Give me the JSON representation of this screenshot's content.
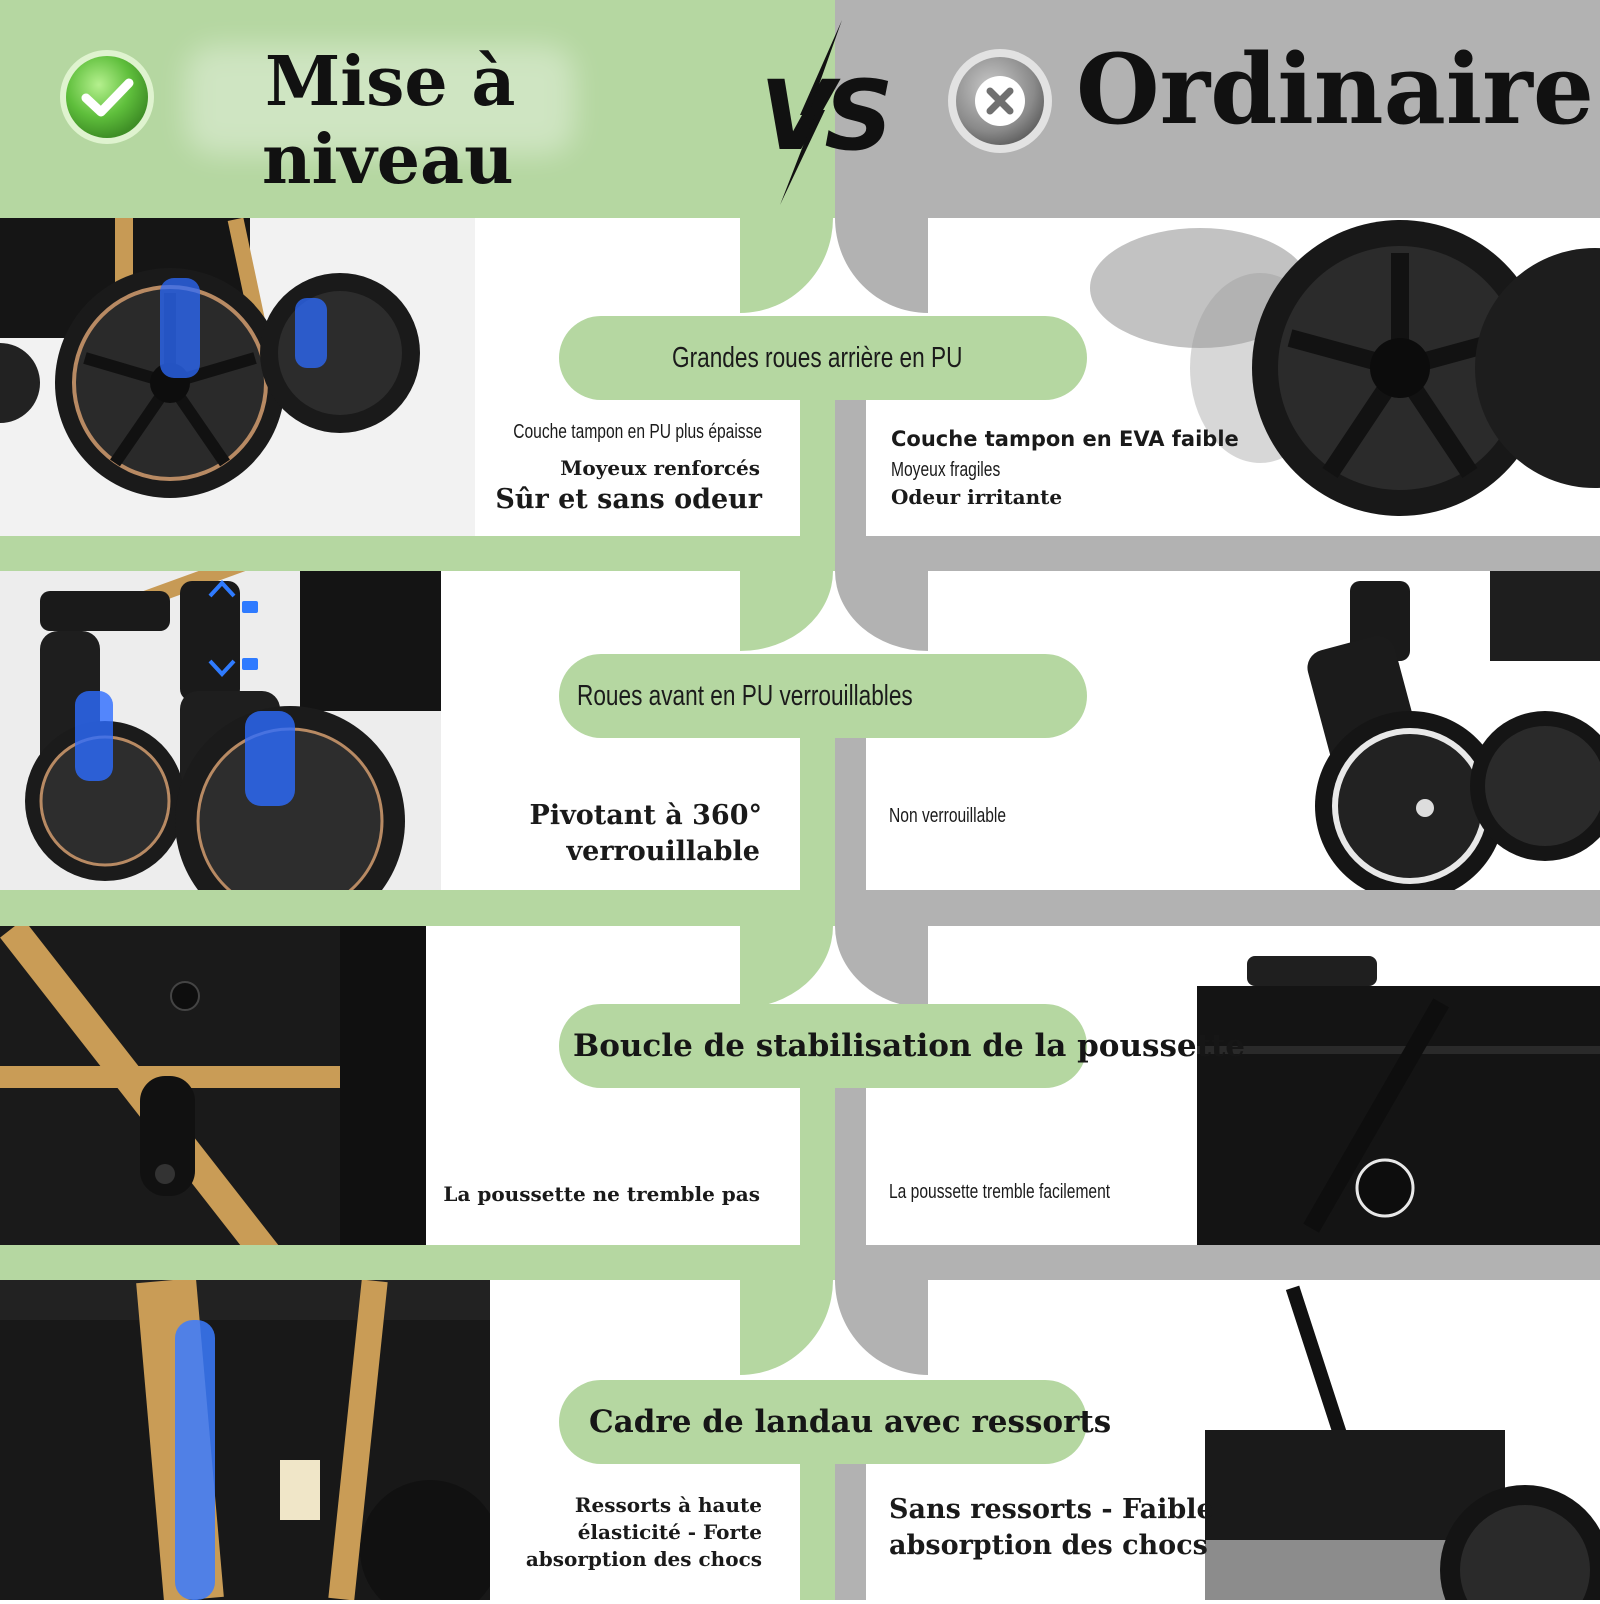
{
  "header": {
    "upgrade_line1": "Mise à",
    "upgrade_line2": "niveau",
    "vs": "VS",
    "ordinary": "Ordinaire"
  },
  "colors": {
    "green": "#b5d7a1",
    "gray": "#b2b2b2",
    "check_green": "#5fbf3c",
    "cross_gray": "#8a8a8a"
  },
  "rows": [
    {
      "title": "Grandes roues arrière en PU",
      "upgrade_lines": [
        "Couche tampon en PU plus épaisse",
        "Moyeux renforcés",
        "Sûr et sans odeur"
      ],
      "ordinary_lines": [
        "Couche tampon en EVA faible",
        "Moyeux fragiles",
        "Odeur irritante"
      ]
    },
    {
      "title": "Roues avant en PU verrouillables",
      "upgrade_lines": [
        "Pivotant à 360°",
        "verrouillable"
      ],
      "ordinary_lines": [
        "Non verrouillable"
      ]
    },
    {
      "title": "Boucle de stabilisation de la poussette",
      "upgrade_lines": [
        "La poussette ne tremble pas"
      ],
      "ordinary_lines": [
        "La poussette tremble facilement"
      ]
    },
    {
      "title": "Cadre de landau avec ressorts",
      "upgrade_lines": [
        "Ressorts à haute",
        "élasticité - Forte",
        "absorption des chocs"
      ],
      "ordinary_lines": [
        "Sans ressorts - Faible",
        "absorption des chocs"
      ]
    }
  ]
}
